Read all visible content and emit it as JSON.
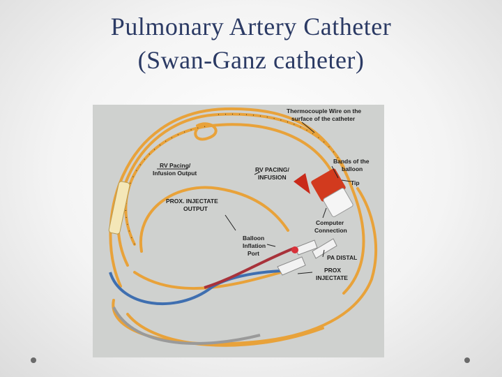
{
  "slide": {
    "title_line1": "Pulmonary Artery Catheter",
    "title_line2": "(Swan-Ganz catheter)"
  },
  "photo": {
    "labels": {
      "thermocouple_line1": "Thermocouple Wire on the",
      "thermocouple_line2": "surface of the catheter",
      "bands_line1": "Bands of the",
      "bands_line2": "balloon",
      "tip": "Tip",
      "rv_pacing_output_line1": "RV Pacing/",
      "rv_pacing_output_line2": "Infusion Output",
      "rv_pacing_infusion_line1": "RV PACING/",
      "rv_pacing_infusion_line2": "INFUSION",
      "prox_output_line1": "PROX. INJECTATE",
      "prox_output_line2": "OUTPUT",
      "computer_line1": "Computer",
      "computer_line2": "Connection",
      "balloon_line1": "Balloon",
      "balloon_line2": "Inflation",
      "balloon_line3": "Port",
      "pa_distal": "PA DISTAL",
      "prox_injectate_line1": "PROX",
      "prox_injectate_line2": "INJECTATE"
    },
    "colors": {
      "catheter": "#e8a23a",
      "blue_lumen": "#3f6fb0",
      "red_lumen": "#a8323a",
      "computer_connector": "#d23a1e",
      "background": "#cfd1cf"
    }
  }
}
